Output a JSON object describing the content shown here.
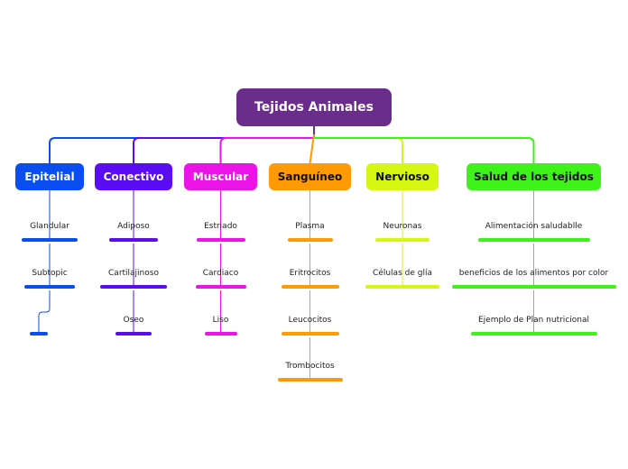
{
  "root": {
    "label": "Tejidos Animales",
    "color": "#6a2d8c"
  },
  "branches": [
    {
      "label": "Epitelial",
      "color": "#0a4ef0",
      "text_color": "#ffffff",
      "children": [
        "Glandular",
        "Subtopic",
        ""
      ]
    },
    {
      "label": "Conectivo",
      "color": "#5a0cf2",
      "text_color": "#ffffff",
      "children": [
        "Adiposo",
        "Cartilajinoso",
        "Oseo"
      ]
    },
    {
      "label": "Muscular",
      "color": "#ec13e6",
      "text_color": "#ffffff",
      "children": [
        "Estriado",
        "Cardiaco",
        "Liso"
      ]
    },
    {
      "label": "Sanguíneo",
      "color": "#ff9a05",
      "text_color": "#111111",
      "children": [
        "Plasma",
        "Eritrocitos",
        "Leucocitos",
        "Trombocitos"
      ]
    },
    {
      "label": "Nervioso",
      "color": "#d6f712",
      "text_color": "#111111",
      "children": [
        "Neuronas",
        "Células de glía"
      ]
    },
    {
      "label": "Salud de los tejidos",
      "color": "#3ef21a",
      "text_color": "#111111",
      "children": [
        "Alimentación saludablle",
        "beneficios de los alimentos por color",
        "Ejemplo de Plan nutricional"
      ]
    }
  ]
}
